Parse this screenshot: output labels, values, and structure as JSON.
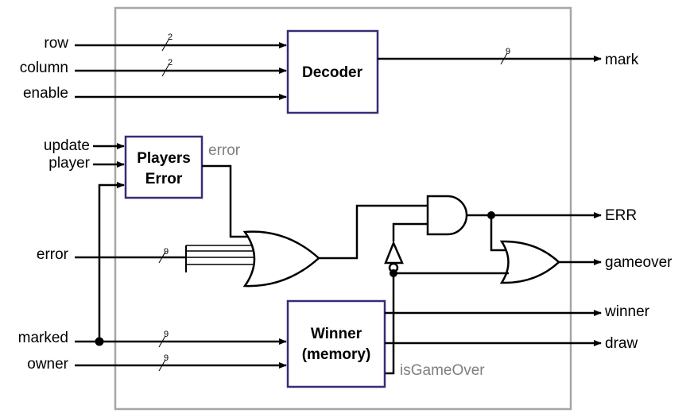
{
  "inputs": {
    "row": "row",
    "column": "column",
    "enable": "enable",
    "update": "update",
    "player": "player",
    "error": "error",
    "marked": "marked",
    "owner": "owner"
  },
  "outputs": {
    "mark": "mark",
    "err": "ERR",
    "gameover": "gameover",
    "winner": "winner",
    "draw": "draw"
  },
  "blocks": {
    "decoder": "Decoder",
    "players_error_line1": "Players",
    "players_error_line2": "Error",
    "winner_line1": "Winner",
    "winner_line2": "(memory)"
  },
  "internal_signals": {
    "error": "error",
    "is_game_over": "isGameOver"
  },
  "bus_widths": {
    "row": "2",
    "column": "2",
    "mark": "9",
    "error": "9",
    "marked": "9",
    "owner": "9"
  },
  "colors": {
    "wire": "#000000",
    "block_border": "#3a2a78",
    "frame": "#a6a6a6",
    "internal_label": "#7f7f7f"
  }
}
